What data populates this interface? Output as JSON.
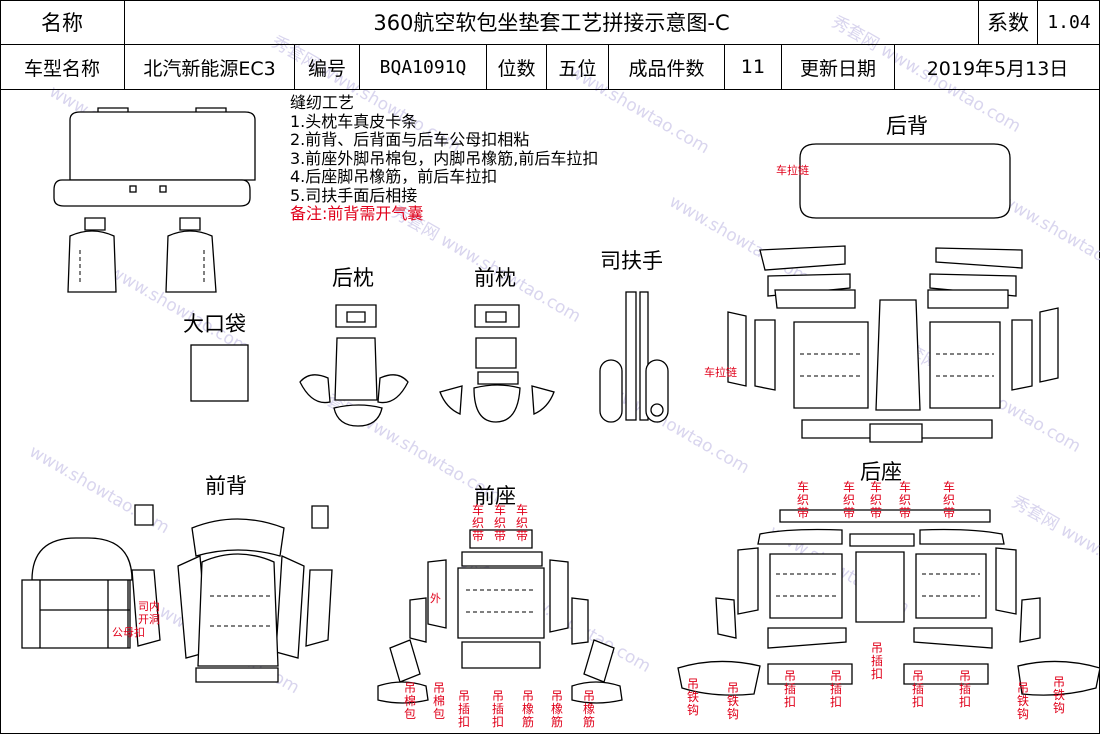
{
  "header": {
    "name_label": "名称",
    "title": "360航空软包坐垫套工艺拼接示意图-C",
    "coef_label": "系数",
    "coef_value": "1.04",
    "model_label": "车型名称",
    "model_value": "北汽新能源EC3",
    "code_label": "编号",
    "code_value": "BQA1091Q",
    "position_label": "位数",
    "position_value": "五位",
    "pieces_label": "成品件数",
    "pieces_value": "11",
    "date_label": "更新日期",
    "date_value": "2019年5月13日"
  },
  "notes": {
    "title": "缝纫工艺",
    "items": [
      "1.头枕车真皮卡条",
      "2.前背、后背面与后车公母扣相粘",
      "3.前座外脚吊棉包，内脚吊橡筋,前后车拉扣",
      "4.后座脚吊橡筋，前后车拉扣",
      "5.司扶手面后相接"
    ],
    "remark": "备注:前背需开气囊"
  },
  "sections": {
    "rear_back": "后背",
    "rear_headrest": "后枕",
    "front_headrest": "前枕",
    "armrest": "司扶手",
    "big_pocket": "大口袋",
    "front_back": "前背",
    "front_seat": "前座",
    "rear_seat": "后座"
  },
  "annotations": {
    "zipper": "车拉链",
    "webbing_vertical": "车织带",
    "outer": "外",
    "inner_label_1": "司内",
    "inner_label_2": "开洞",
    "inner_label_3": "公母扣",
    "hang_cotton": "吊棉包",
    "hang_buckle": "吊插扣",
    "hang_elastic": "吊橡筋",
    "hang_hook": "吊铁钩"
  },
  "watermark": {
    "url": "www.showtao.com",
    "brand": "秀套网"
  },
  "colors": {
    "annotation_red": "#e0001a",
    "line": "#000000",
    "watermark": "#c9c4e8"
  }
}
